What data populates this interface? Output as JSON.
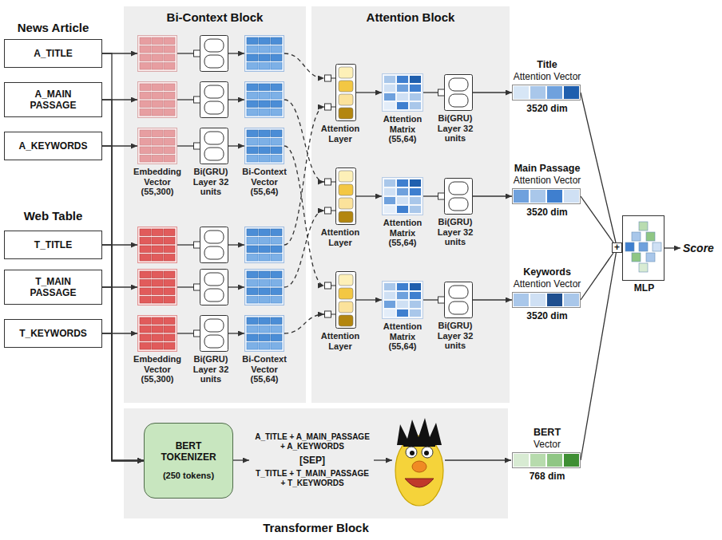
{
  "diagram": {
    "nodes": [
      {
        "text": [
          "A_TITLE"
        ]
      },
      {
        "text": [
          "A_MAIN PASSAGE"
        ]
      },
      {
        "text": [
          "A_KEYWORDS"
        ]
      },
      {
        "text": [
          "T_TITLE"
        ]
      },
      {
        "text": [
          "T_MAIN PASSAGE"
        ]
      },
      {
        "text": [
          "T_KEYWORDS"
        ]
      },
      {
        "text": [
          "Bi-Context Block"
        ]
      },
      {
        "text": [
          "Embedding Vector (55,300)"
        ],
        "in": 6
      },
      {
        "text": [
          "Bi(GRU) Layer 32 units"
        ],
        "in": 6
      },
      {
        "text": [
          "Bi-Context Vector (55,64)"
        ],
        "in": 6
      },
      {
        "text": [
          "Embedding Vector (55,300)"
        ],
        "in": 6
      },
      {
        "text": [
          "Bi(GRU) Layer 32 units"
        ],
        "in": 6
      },
      {
        "text": [
          "Bi-Context Vector (55,64)"
        ],
        "in": 6
      },
      {
        "text": [
          "Attention Block"
        ]
      },
      {
        "text": [
          "Attention Layer"
        ],
        "in": 13
      },
      {
        "text": [
          "Attention Matrix (55,64)"
        ],
        "in": 13
      },
      {
        "text": [
          "Bi(GRU) Layer 32 units"
        ],
        "in": 13
      },
      {
        "text": [
          "Attention Layer"
        ],
        "in": 13
      },
      {
        "text": [
          "Attention Matrix (55,64)"
        ],
        "in": 13
      },
      {
        "text": [
          "Bi(GRU) Layer 32 units"
        ],
        "in": 13
      },
      {
        "text": [
          "Attention Layer"
        ],
        "in": 13
      },
      {
        "text": [
          "Attention Matrix (55,64)"
        ],
        "in": 13
      },
      {
        "text": [
          "Bi(GRU) Layer 32 units"
        ],
        "in": 13
      },
      {
        "text": [
          "Title",
          "Attention Vector",
          "3520 dim"
        ]
      },
      {
        "text": [
          "Main Passage",
          "Attention Vector",
          "3520 dim"
        ]
      },
      {
        "text": [
          "Keywords",
          "Attention Vector",
          "3520 dim"
        ]
      },
      {
        "text": [
          "Transformer Block"
        ]
      },
      {
        "text": [
          "BERT TOKENIZER",
          "(250 tokens)"
        ],
        "in": 26
      },
      {
        "text": [
          "BERT",
          "Vector",
          "768 dim"
        ]
      },
      {
        "text": [
          "+"
        ]
      },
      {
        "text": [
          "MLP"
        ]
      }
    ],
    "edges": [
      {
        "from": 0,
        "to": 27,
        "arrow": "to"
      },
      {
        "from": 1,
        "to": 27,
        "arrow": "to"
      },
      {
        "from": 2,
        "to": 27,
        "arrow": "to"
      },
      {
        "from": 3,
        "to": 27,
        "arrow": "to"
      },
      {
        "from": 4,
        "to": 27,
        "arrow": "to"
      },
      {
        "from": 5,
        "to": 27,
        "arrow": "to"
      },
      {
        "from": 2,
        "to": 7,
        "arrow": "to"
      },
      {
        "from": 7,
        "to": 8,
        "arrow": "none"
      },
      {
        "from": 8,
        "to": 9,
        "arrow": "to"
      },
      {
        "from": 5,
        "to": 10,
        "arrow": "to"
      },
      {
        "from": 10,
        "to": 11,
        "arrow": "none"
      },
      {
        "from": 11,
        "to": 12,
        "arrow": "to"
      },
      {
        "from": 9,
        "to": 20,
        "arrow": "to"
      },
      {
        "from": 12,
        "to": 20,
        "arrow": "to"
      },
      {
        "from": 14,
        "to": 15,
        "arrow": "to"
      },
      {
        "from": 15,
        "to": 16,
        "arrow": "none"
      },
      {
        "from": 16,
        "to": 23,
        "arrow": "to"
      },
      {
        "from": 17,
        "to": 18,
        "arrow": "to"
      },
      {
        "from": 18,
        "to": 19,
        "arrow": "none"
      },
      {
        "from": 19,
        "to": 24,
        "arrow": "to"
      },
      {
        "from": 20,
        "to": 21,
        "arrow": "to"
      },
      {
        "from": 21,
        "to": 22,
        "arrow": "none"
      },
      {
        "from": 22,
        "to": 25,
        "arrow": "to"
      },
      {
        "from": 23,
        "to": 29,
        "arrow": "none"
      },
      {
        "from": 24,
        "to": 29,
        "arrow": "none"
      },
      {
        "from": 25,
        "to": 29,
        "arrow": "none"
      },
      {
        "from": 28,
        "to": 29,
        "arrow": "none"
      }
    ],
    "labels": [
      "News Article",
      "Web Table",
      "A_TITLE + A_MAIN_PASSAGE + A_KEYWORDS",
      "[SEP]",
      "T_TITLE + T_MAIN_PASSAGE + T_KEYWORDS",
      "Score"
    ]
  }
}
